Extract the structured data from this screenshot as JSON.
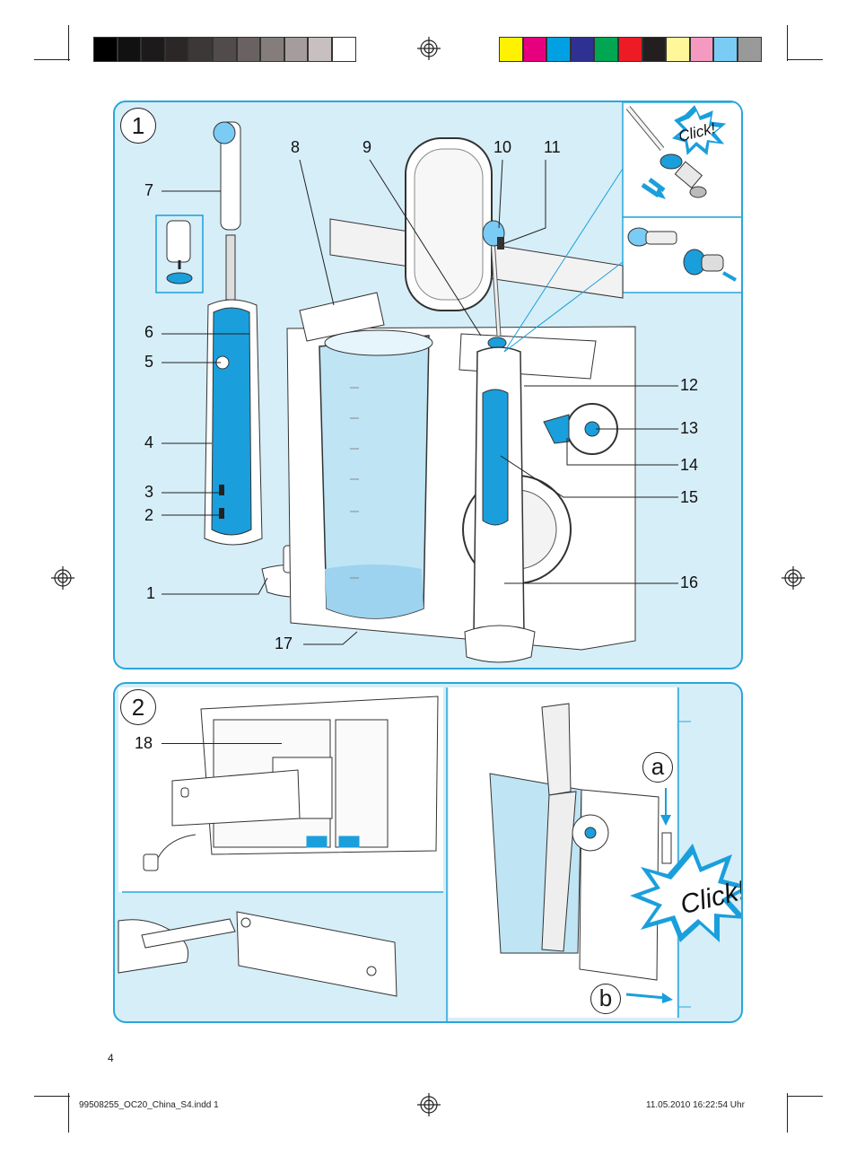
{
  "page_number": "4",
  "slug": {
    "file": "99508255_OC20_China_S4.indd   1",
    "datetime": "11.05.2010   16:22:54 Uhr"
  },
  "colors": {
    "panel_bg": "#d6eef8",
    "panel_border": "#2aa6dc",
    "accent": "#1a9fdc",
    "gray_bar": [
      "#000000",
      "#111111",
      "#1c1a1a",
      "#2b2727",
      "#3d3838",
      "#524b4b",
      "#6a6262",
      "#857c7c",
      "#a59d9d",
      "#c8c0c0",
      "#ffffff"
    ],
    "color_bar": [
      "#fff200",
      "#e6007e",
      "#00a0e3",
      "#2e3192",
      "#00a651",
      "#ed1c24",
      "#231f20",
      "#fff799",
      "#f49ac1",
      "#7accf4",
      "#999999"
    ]
  },
  "figure1": {
    "number": "1",
    "labels": [
      "1",
      "2",
      "3",
      "4",
      "5",
      "6",
      "7",
      "8",
      "9",
      "10",
      "11",
      "12",
      "13",
      "14",
      "15",
      "16",
      "17"
    ],
    "click_text": "Click!"
  },
  "figure2": {
    "number": "2",
    "label_18": "18",
    "step_a": "a",
    "step_b": "b",
    "click_text": "Click!"
  }
}
